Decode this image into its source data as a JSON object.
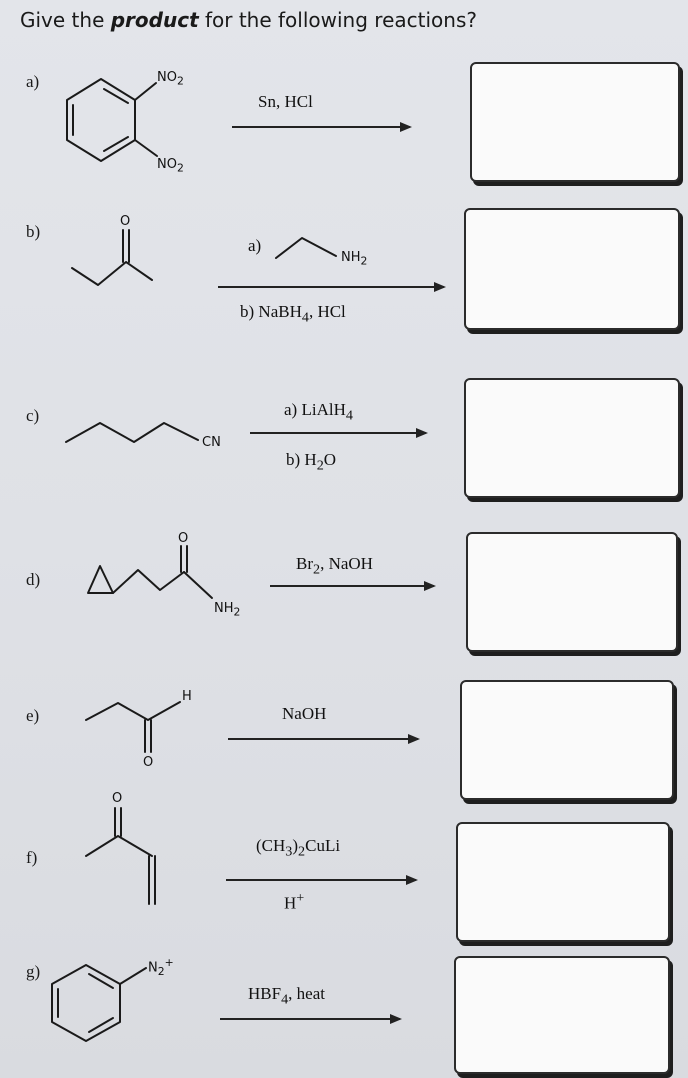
{
  "title": {
    "prefix": "Give the ",
    "emphasis": "product",
    "suffix": " for the following reactions?"
  },
  "reactions": [
    {
      "label": "a)",
      "reagent1": "Sn, HCl",
      "reagent2": "",
      "atoms": [
        "NO2",
        "NO2"
      ]
    },
    {
      "label": "b)",
      "reagent1": "a)",
      "reagent2": "b) NaBH4, HCl",
      "atoms": [
        "O",
        "NH2"
      ]
    },
    {
      "label": "c)",
      "reagent1": "a) LiAlH4",
      "reagent2": "b) H2O",
      "atoms": [
        "CN"
      ]
    },
    {
      "label": "d)",
      "reagent1": "Br2, NaOH",
      "reagent2": "",
      "atoms": [
        "O",
        "NH2"
      ]
    },
    {
      "label": "e)",
      "reagent1": "NaOH",
      "reagent2": "",
      "atoms": [
        "H",
        "O"
      ]
    },
    {
      "label": "f)",
      "reagent1": "(CH3)2CuLi",
      "reagent2": "H+",
      "atoms": [
        "O"
      ]
    },
    {
      "label": "g)",
      "reagent1": "HBF4, heat",
      "reagent2": "",
      "atoms": [
        "N2+"
      ]
    }
  ]
}
